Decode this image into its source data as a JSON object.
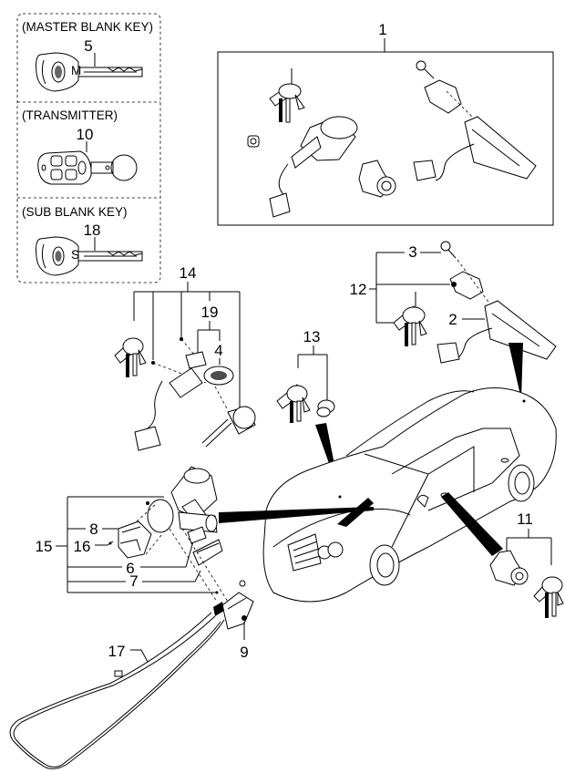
{
  "diagram": {
    "title": "Key & Lock Set Parts Diagram",
    "inset": {
      "sections": [
        {
          "header": "(MASTER BLANK KEY)",
          "part_no": "5",
          "item": "master-blank-key"
        },
        {
          "header": "(TRANSMITTER)",
          "part_no": "10",
          "item": "transmitter"
        },
        {
          "header": "(SUB BLANK KEY)",
          "part_no": "18",
          "item": "sub-blank-key"
        }
      ]
    },
    "callouts": {
      "p1": "1",
      "p2": "2",
      "p3": "3",
      "p4": "4",
      "p6": "6",
      "p7": "7",
      "p8": "8",
      "p9": "9",
      "p11": "11",
      "p12": "12",
      "p13": "13",
      "p14": "14",
      "p15": "15",
      "p16": "16",
      "p17": "17",
      "p19": "19"
    },
    "groups": [
      {
        "label": "1",
        "description": "complete lock set box"
      },
      {
        "label": "12",
        "description": "trunk lock set"
      },
      {
        "label": "13",
        "description": "hood/glove lock set"
      },
      {
        "label": "11",
        "description": "door lock set"
      },
      {
        "label": "14",
        "description": "ignition lock set"
      },
      {
        "label": "15",
        "description": "steering lock body assembly"
      }
    ]
  }
}
